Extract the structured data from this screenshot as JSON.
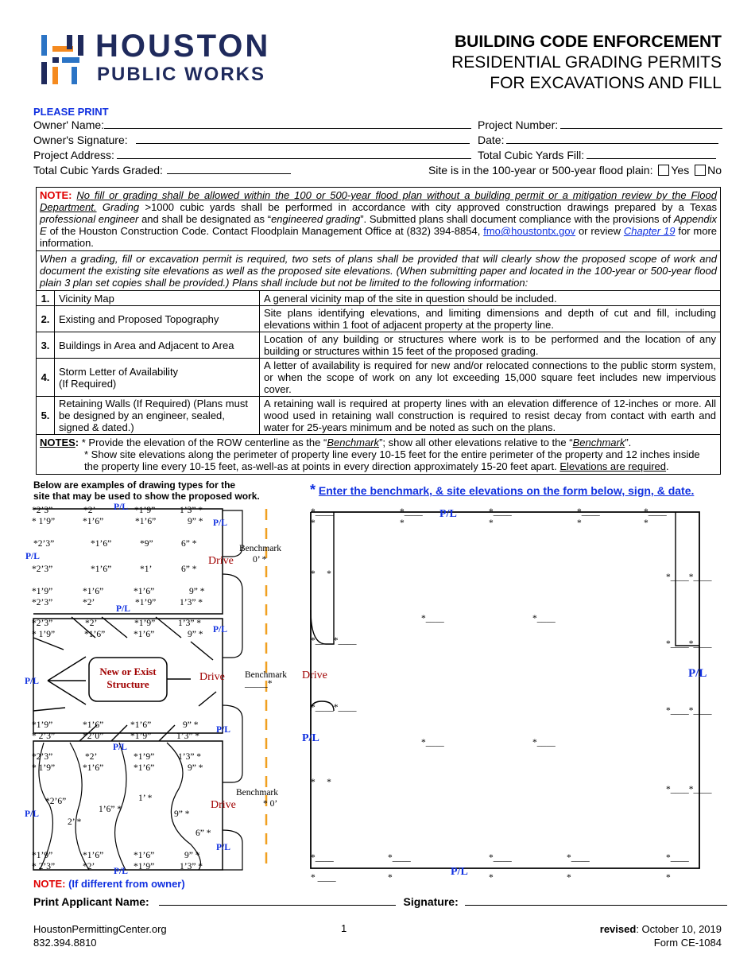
{
  "header": {
    "brand_line1": "HOUSTON",
    "brand_line2": "PUBLIC WORKS",
    "title_line1": "BUILDING CODE ENFORCEMENT",
    "title_line2": "RESIDENTIAL GRADING PERMITS",
    "title_line3": "FOR EXCAVATIONS AND FILL",
    "logo_colors": [
      "#2b74c5",
      "#f58a1f",
      "#1f2a5c"
    ]
  },
  "form": {
    "please_print": "PLEASE PRINT",
    "owner_name": "Owner' Name:",
    "owner_signature": "Owner's Signature:",
    "project_address": "Project Address:",
    "total_graded": "Total Cubic Yards Graded:",
    "project_number": "Project Number:",
    "date": "Date:",
    "total_fill": "Total Cubic Yards Fill:",
    "flood_plain": "Site is in the 100-year or 500-year flood plain:",
    "yes": "Yes",
    "no": "No"
  },
  "notice": {
    "note_label": "NOTE:",
    "note_underlined": "No fill or grading shall be allowed within the 100 or 500-year flood plan without a building permit or a mitigation review by the Flood Department.",
    "grading_word": "Grading",
    "note_text1": ">1000 cubic yards shall be performed in accordance with city approved construction drawings prepared by a Texas",
    "prof_engineer": "professional engineer",
    "note_text2": "and shall be designated as “",
    "engineered": "engineered grading",
    "note_text3": "”. Submitted plans shall document compliance with the provisions of",
    "appendix": "Appendix E",
    "note_text4": "of the Houston Construction Code. Contact Floodplain Management Office at (832) 394-8854,",
    "email": "fmo@houstontx.gov",
    "note_text5": "or review",
    "chapter": "Chapter 19",
    "note_text6": "for more information.",
    "italic_para": "When a grading, fill or excavation permit is required, two sets of plans shall be provided that will clearly show the proposed scope of work and document the existing site elevations as well as the proposed site elevations. (When submitting paper and located in the 100-year or 500-year flood plain 3 plan set copies shall be provided.) Plans shall include but not be limited to the following information:"
  },
  "requirements": [
    {
      "num": "1.",
      "name": "Vicinity Map",
      "desc": "A general vicinity map of the site in question should be included."
    },
    {
      "num": "2.",
      "name": "Existing and Proposed Topography",
      "desc": "Site plans identifying elevations, and limiting dimensions and depth of cut and fill, including elevations within 1 foot of adjacent property at the property line."
    },
    {
      "num": "3.",
      "name": "Buildings in Area and Adjacent to Area",
      "desc": "Location of any building or structures where work is to be performed and the location of any building or structures within 15 feet of the proposed grading."
    },
    {
      "num": "4.",
      "name": "Storm Letter of Availability",
      "name2": "(If Required)",
      "desc": "A letter of availability is required for new and/or relocated connections to the public storm system, or when the scope of work on any lot exceeding 15,000 square feet includes new impervious cover."
    },
    {
      "num": "5.",
      "name": "Retaining Walls (If Required) (Plans must be designed by an engineer, sealed, signed & dated.)",
      "desc": "A retaining wall is required at property lines with an elevation difference of 12-inches or more. All wood used in retaining wall construction is required to resist decay from contact with earth and water for 25-years minimum and be noted as such on the plans."
    }
  ],
  "notes": {
    "label": "NOTES",
    "n1a": "* Provide the elevation of the ROW centerline as the “",
    "benchmark": "Benchmark",
    "n1b": "”; show all other elevations relative to the “",
    "n1c": "”.",
    "n2": "* Show site elevations along the perimeter of property line every 10-15 feet for the entire perimeter of the property and 12 inches inside the property line every 10-15 feet, as-well-as at points in every direction approximately 15-20 feet apart.",
    "n2_req": "Elevations are required"
  },
  "examples": {
    "caption1": "Below are examples of drawing types for the",
    "caption2": "site that may be used to show the proposed work.",
    "instruction_star": "*",
    "instruction": "Enter the benchmark, & site elevations on the form below, sign, & date.",
    "pl": "P/L",
    "drive": "Drive",
    "benchmark": "Benchmark",
    "structure1": "New or Exist",
    "structure2": "Structure",
    "colors": {
      "pl": "#1030e0",
      "drive": "#a00000",
      "centerline": "#f0a020"
    }
  },
  "applicant": {
    "note_label": "NOTE:",
    "note_text": "(If different from owner)",
    "print_name": "Print Applicant Name:",
    "signature": "Signature:"
  },
  "footer": {
    "website": "HoustonPermittingCenter.org",
    "phone": "832.394.8810",
    "page": "1",
    "revised_label": "revised",
    "revised_date": ": October 10, 2019",
    "form": "Form CE-1084"
  }
}
